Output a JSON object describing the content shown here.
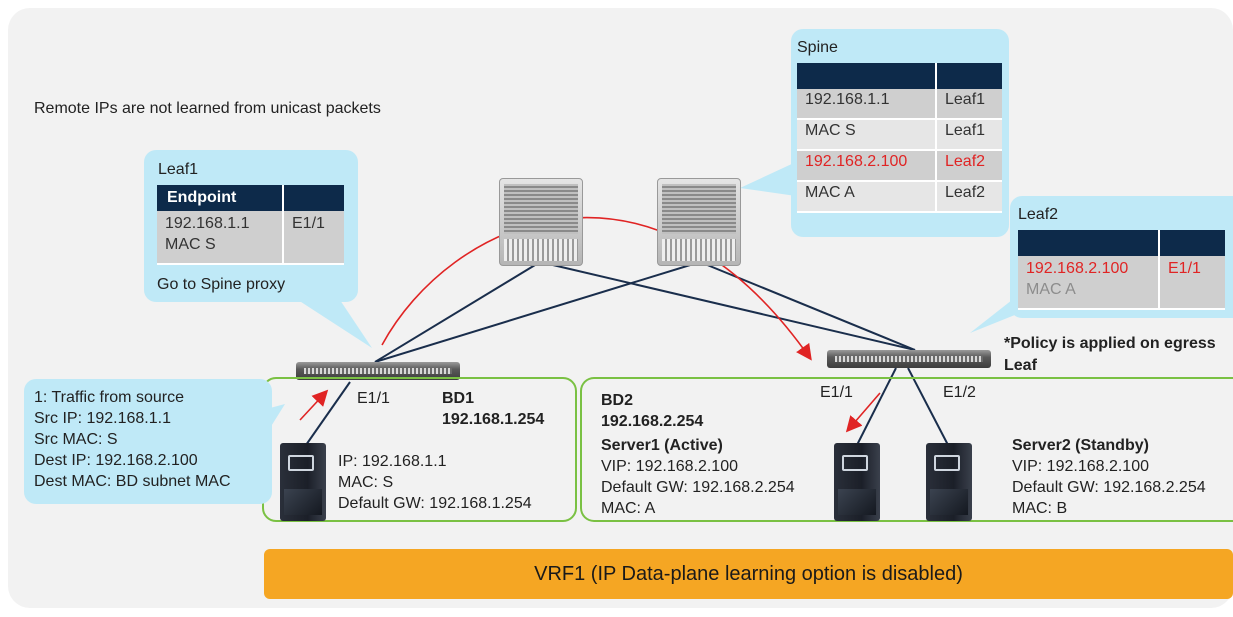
{
  "heading": "Remote IPs are not learned from unicast packets",
  "leaf1": {
    "label": "Leaf1",
    "table_header": [
      "Endpoint",
      ""
    ],
    "entry_ip": "192.168.1.1",
    "entry_mac": "MAC S",
    "entry_port": "E1/1",
    "note": "Go to Spine proxy"
  },
  "spine": {
    "label": "Spine",
    "table_header": [
      "",
      ""
    ],
    "rows": [
      {
        "addr": "192.168.1.1",
        "node": "Leaf1",
        "highlight": false
      },
      {
        "addr": "MAC S",
        "node": "Leaf1",
        "highlight": false
      },
      {
        "addr": "192.168.2.100",
        "node": "Leaf2",
        "highlight": true
      },
      {
        "addr": "MAC A",
        "node": "Leaf2",
        "highlight": false
      }
    ]
  },
  "leaf2": {
    "label": "Leaf2",
    "table_header": [
      "",
      ""
    ],
    "entry_ip": "192.168.2.100",
    "entry_mac": "MAC A",
    "entry_port": "E1/1"
  },
  "policy_note": "*Policy is applied on egress Leaf",
  "source_callout": {
    "lines": [
      "1: Traffic from source",
      "Src IP: 192.168.1.1",
      "Src MAC: S",
      "Dest IP:  192.168.2.100",
      "Dest MAC: BD subnet MAC"
    ]
  },
  "bd1": {
    "port": "E1/1",
    "name": "BD1",
    "subnet": "192.168.1.254",
    "host_ip": "IP: 192.168.1.1",
    "host_mac": "MAC: S",
    "host_gw": "Default GW: 192.168.1.254"
  },
  "bd2": {
    "name": "BD2",
    "subnet": "192.168.2.254",
    "port1": "E1/1",
    "port2": "E1/2",
    "server1_title": "Server1 (Active)",
    "server1_vip": "VIP: 192.168.2.100",
    "server1_gw": "Default GW: 192.168.2.254",
    "server1_mac": "MAC: A",
    "server2_title": "Server2 (Standby)",
    "server2_vip": "VIP: 192.168.2.100",
    "server2_gw": "Default GW: 192.168.2.254",
    "server2_mac": "MAC: B"
  },
  "vrf_banner": "VRF1 (IP Data-plane learning option is disabled)",
  "colors": {
    "callout": "#bfe9f7",
    "table_header": "#0d2a4a",
    "highlight_red": "#e02424",
    "bd_border": "#7ac143",
    "vrf_orange": "#f5a623",
    "link_navy": "#1a2e4c"
  },
  "icons": [
    "leaf-switch-icon",
    "spine-switch-icon",
    "server-icon"
  ]
}
